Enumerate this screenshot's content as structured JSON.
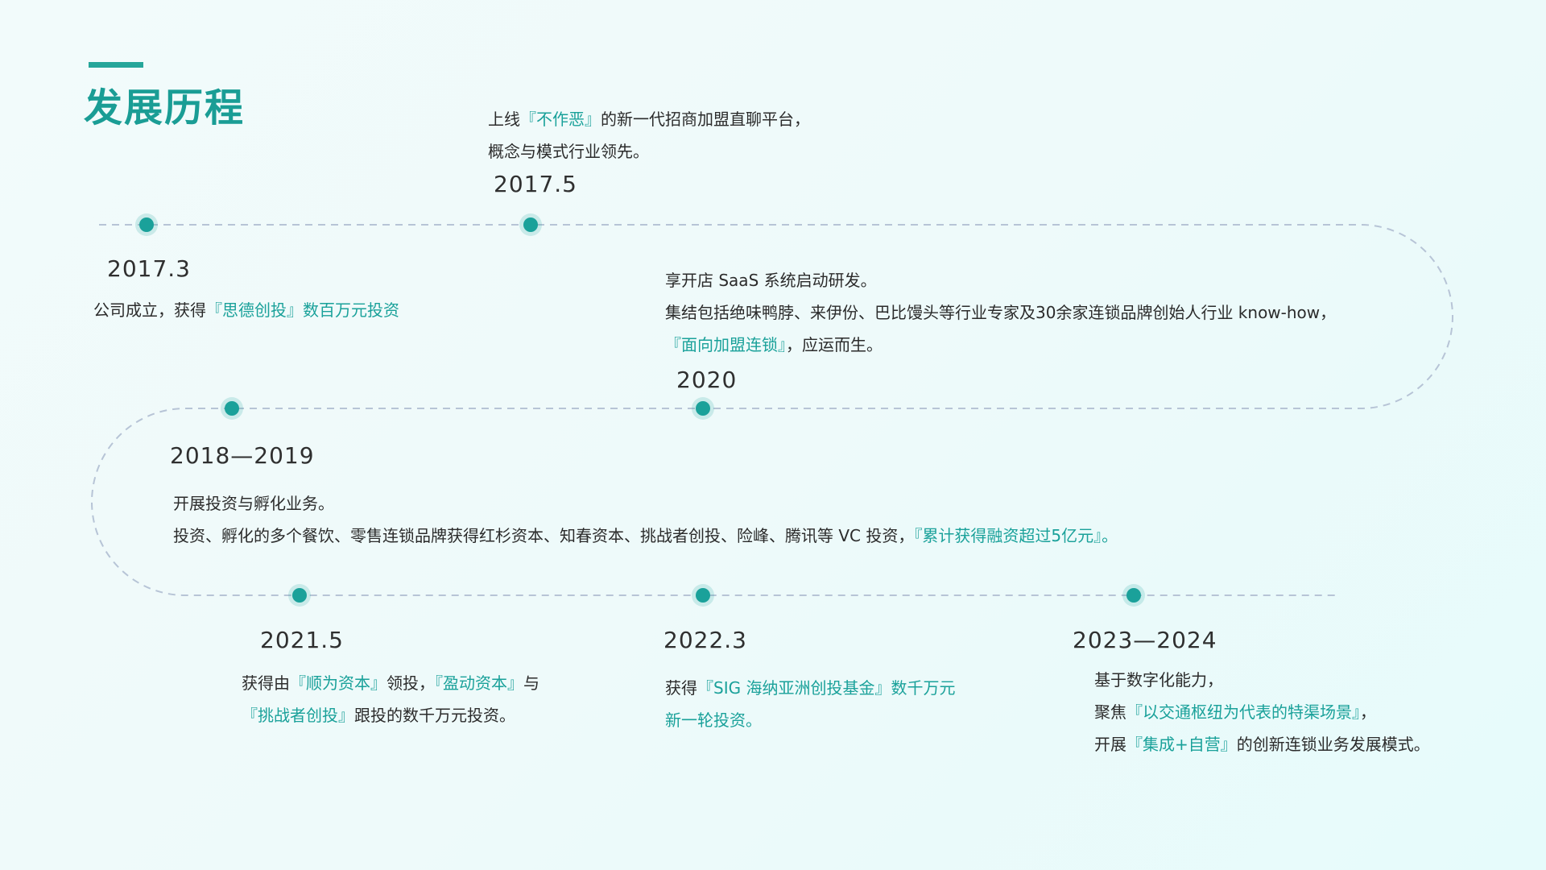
{
  "title": "发展历程",
  "colors": {
    "accent": "#1aa19a",
    "track": "#b7c4d6",
    "text": "#2b2b2b"
  },
  "milestones": [
    {
      "date": "2017.3",
      "lines": [
        [
          {
            "t": "公司成立，获得"
          },
          {
            "t": "『思德创投』数百万元投资",
            "hl": true
          }
        ]
      ]
    },
    {
      "date": "2017.5",
      "lines": [
        [
          {
            "t": "上线"
          },
          {
            "t": "『不作恶』",
            "hl": true
          },
          {
            "t": "的新一代招商加盟直聊平台，"
          }
        ],
        [
          {
            "t": "概念与模式行业领先。"
          }
        ]
      ]
    },
    {
      "date": "2020",
      "lines": [
        [
          {
            "t": "享开店 SaaS 系统启动研发。"
          }
        ],
        [
          {
            "t": "集结包括绝味鸭脖、来伊份、巴比馒头等行业专家及30余家连锁品牌创始人行业 know-how，"
          }
        ],
        [
          {
            "t": "『面向加盟连锁』",
            "hl": true
          },
          {
            "t": "，应运而生。"
          }
        ]
      ]
    },
    {
      "date": "2018—2019",
      "lines": [
        [
          {
            "t": "开展投资与孵化业务。"
          }
        ],
        [
          {
            "t": "投资、孵化的多个餐饮、零售连锁品牌获得红杉资本、知春资本、挑战者创投、险峰、腾讯等 VC 投资，"
          },
          {
            "t": "『累计获得融资超过5亿元』。",
            "hl": true
          }
        ]
      ]
    },
    {
      "date": "2021.5",
      "lines": [
        [
          {
            "t": "获得由"
          },
          {
            "t": "『顺为资本』",
            "hl": true
          },
          {
            "t": "领投，"
          },
          {
            "t": "『盈动资本』",
            "hl": true
          },
          {
            "t": "与"
          }
        ],
        [
          {
            "t": "『挑战者创投』",
            "hl": true
          },
          {
            "t": "跟投的数千万元投资。"
          }
        ]
      ]
    },
    {
      "date": "2022.3",
      "lines": [
        [
          {
            "t": "获得"
          },
          {
            "t": "『SIG 海纳亚洲创投基金』",
            "hl": true
          },
          {
            "t": "数千万元"
          }
        ],
        [
          {
            "t": "新一轮投资。",
            "hl": true
          }
        ]
      ]
    },
    {
      "date": "2023—2024",
      "lines": [
        [
          {
            "t": "基于数字化能力，"
          }
        ],
        [
          {
            "t": "聚焦"
          },
          {
            "t": "『以交通枢纽为代表的特渠场景』",
            "hl": true
          },
          {
            "t": "，"
          }
        ],
        [
          {
            "t": "开展"
          },
          {
            "t": "『集成+自营』",
            "hl": true
          },
          {
            "t": "的创新连锁业务发展模式。"
          }
        ]
      ]
    }
  ]
}
